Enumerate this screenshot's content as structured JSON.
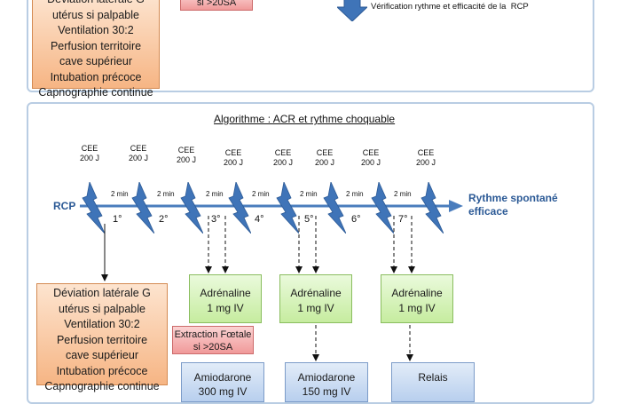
{
  "top_panel": {
    "orange_lines": [
      "Déviation latérale G",
      "utérus si palpable",
      "Ventilation 30:2",
      "Perfusion territoire",
      "cave supérieur",
      "Intubation précoce",
      "Capnographie continue"
    ],
    "red_text": "si >20SA",
    "verification_text": "Vérification rythme et efficacité de la  RCP"
  },
  "bottom_panel": {
    "title": "Algorithme : ACR et rythme choquable",
    "start_label": "RCP",
    "end_label_line1": "Rythme spontané",
    "end_label_line2": "efficace",
    "shocks": [
      {
        "line1": "CEE",
        "line2": "200 J"
      },
      {
        "line1": "CEE",
        "line2": "200 J"
      },
      {
        "line1": "CEE",
        "line2": "200 J"
      },
      {
        "line1": "CEE",
        "line2": "200 J"
      },
      {
        "line1": "CEE",
        "line2": "200 J"
      },
      {
        "line1": "CEE",
        "line2": "200 J"
      },
      {
        "line1": "CEE",
        "line2": "200 J"
      },
      {
        "line1": "CEE",
        "line2": "200 J"
      }
    ],
    "intervals": [
      "2 min",
      "2 min",
      "2 min",
      "2 min",
      "2 min",
      "2 min",
      "2 min"
    ],
    "cycles": [
      "1°",
      "2°",
      "3°",
      "4°",
      "5°",
      "6°",
      "7°"
    ],
    "orange_lines": [
      "Déviation latérale G",
      "utérus si palpable",
      "Ventilation 30:2",
      "Perfusion territoire",
      "cave supérieur",
      "Intubation précoce",
      "Capnographie continue"
    ],
    "adrenaline": [
      {
        "line1": "Adrénaline",
        "line2": "1 mg IV"
      },
      {
        "line1": "Adrénaline",
        "line2": "1 mg IV"
      },
      {
        "line1": "Adrénaline",
        "line2": "1 mg IV"
      }
    ],
    "extraction_line1": "Extraction Fœtale",
    "extraction_line2": "si >20SA",
    "amiodarone1_line1": "Amiodarone",
    "amiodarone1_line2": "300 mg IV",
    "amiodarone2_line1": "Amiodarone",
    "amiodarone2_line2": "150 mg IV",
    "relais_line1": "Relais"
  },
  "colors": {
    "arrow_blue": "#4a7dbd",
    "bolt_blue": "#3f74b8",
    "panel_border": "#b9cde3"
  }
}
